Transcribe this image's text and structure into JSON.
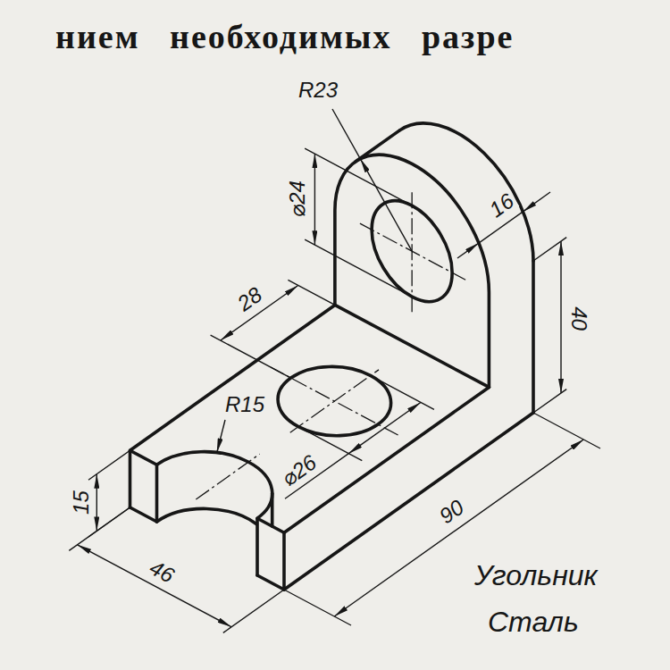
{
  "diagram": {
    "labels": [
      "нием необходимых разре",
      "R23",
      "⌀24",
      "16",
      "40",
      "28",
      "R15",
      "⌀26",
      "15",
      "46",
      "90",
      "Угольник",
      "Сталь"
    ]
  }
}
